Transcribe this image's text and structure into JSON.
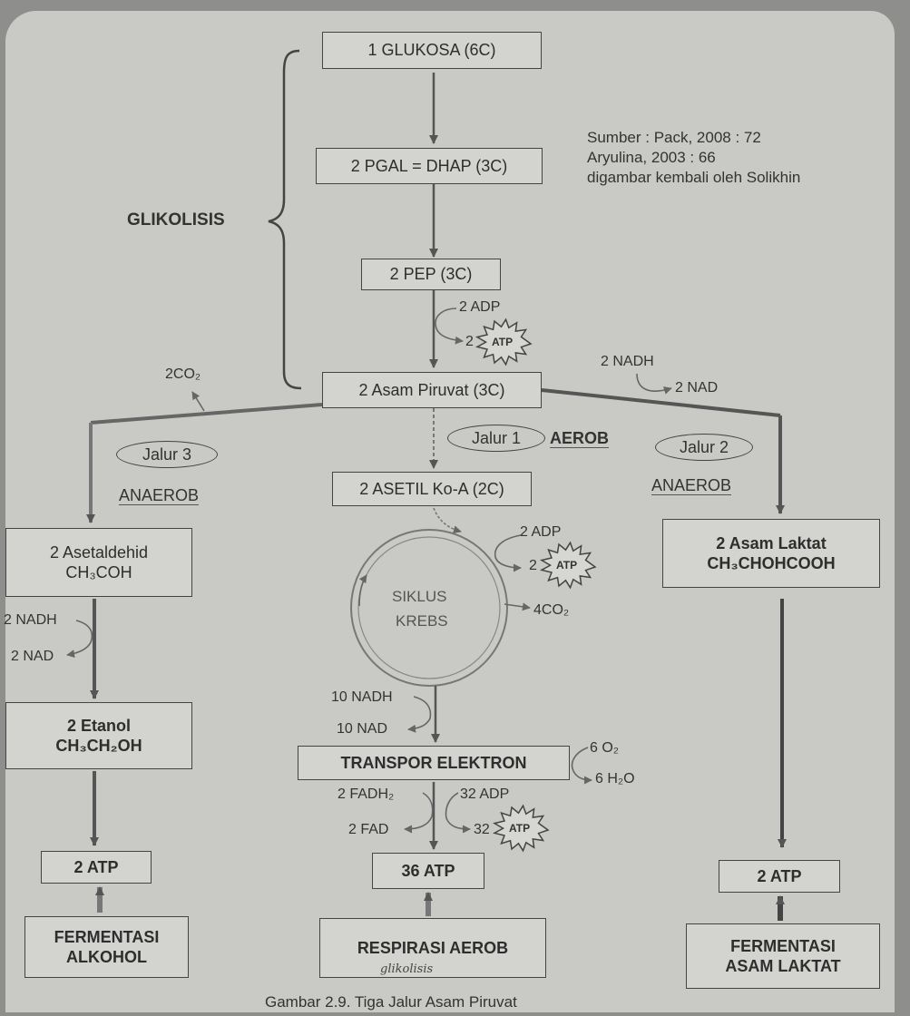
{
  "source": {
    "line1": "Sumber : Pack, 2008 : 72",
    "line2": "Aryulina, 2003 : 66",
    "line3": "digambar kembali oleh Solikhin"
  },
  "glycolysis": {
    "label": "GLIKOLISIS"
  },
  "boxes": {
    "glukosa": "1 GLUKOSA (6C)",
    "pgal": "2 PGAL = DHAP (3C)",
    "pep": "2 PEP (3C)",
    "piruvat": "2 Asam Piruvat (3C)",
    "asetil": "2 ASETIL Ko-A (2C)",
    "asetaldehid_name": "2 Asetaldehid",
    "asetaldehid_formula": "CH₃COH",
    "laktat_name": "2 Asam Laktat",
    "laktat_formula": "CH₃CHOHCOOH",
    "etanol_name": "2 Etanol",
    "etanol_formula": "CH₃CH₂OH",
    "transpor": "TRANSPOR ELEKTRON",
    "atp_left": "2 ATP",
    "atp_center": "36 ATP",
    "atp_right": "2 ATP",
    "fermentasi_alkohol_1": "FERMENTASI",
    "fermentasi_alkohol_2": "ALKOHOL",
    "respirasi": "RESPIRASI AEROB",
    "fermentasi_laktat_1": "FERMENTASI",
    "fermentasi_laktat_2": "ASAM LAKTAT"
  },
  "labels": {
    "adp_pep": "2 ADP",
    "atp_pep_count": "2",
    "atp_word": "ATP",
    "co2": "2CO₂",
    "nadh_right": "2 NADH",
    "nad_right": "2 NAD",
    "nadh_left": "2 NADH",
    "nad_left": "2 NAD",
    "adp_krebs": "2 ADP",
    "atp_krebs_count": "2",
    "co2_krebs": "4CO₂",
    "siklus_1": "SIKLUS",
    "siklus_2": "KREBS",
    "nadh_10": "10 NADH",
    "nad_10": "10 NAD",
    "o2": "6 O₂",
    "h2o": "6 H₂O",
    "fadh": "2 FADH₂",
    "fad": "2 FAD",
    "adp_32": "32 ADP",
    "atp_32_count": "32"
  },
  "pathways": {
    "jalur1": "Jalur 1",
    "aerob": "AEROB",
    "jalur2": "Jalur 2",
    "anaerob_right": "ANAEROB",
    "jalur3": "Jalur 3",
    "anaerob_left": "ANAEROB"
  },
  "handwriting": "glikolisis",
  "caption": "Gambar 2.9. Tiga Jalur Asam Piruvat"
}
